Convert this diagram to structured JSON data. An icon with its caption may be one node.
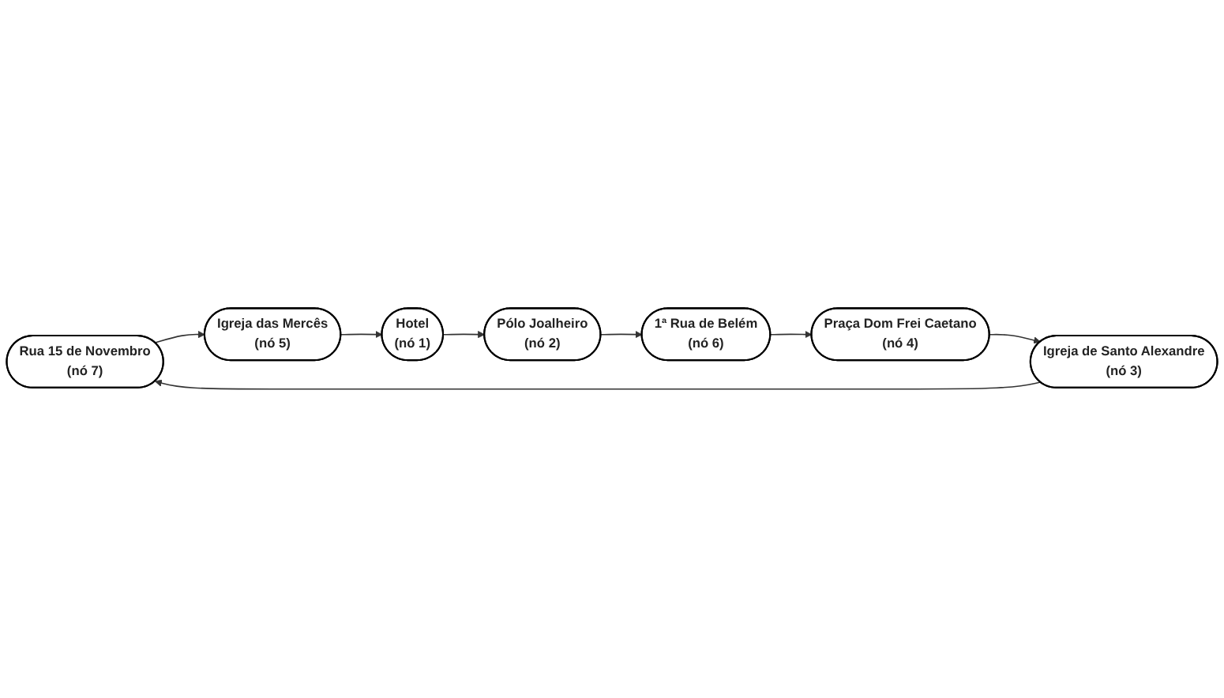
{
  "diagram": {
    "nodes": [
      {
        "text": [
          "Rua 15 de Novembro",
          "(nó 7)"
        ]
      },
      {
        "text": [
          "Igreja das Mercês",
          "(nó 5)"
        ]
      },
      {
        "text": [
          "Igreja de Santo Alexandre",
          "(nó 3)"
        ]
      },
      {
        "text": [
          "Hotel",
          "(nó 1)"
        ]
      },
      {
        "text": [
          "Praça Dom Frei Caetano",
          "(nó 4)"
        ]
      },
      {
        "text": [
          "1ª Rua de Belém",
          "(nó 6)"
        ]
      },
      {
        "text": [
          "Pólo Joalheiro",
          "(nó 2)"
        ]
      }
    ],
    "edges": [
      {
        "from": 3,
        "to": 6,
        "arrow": "to"
      },
      {
        "from": 6,
        "to": 5,
        "arrow": "to"
      },
      {
        "from": 5,
        "to": 4,
        "arrow": "to"
      },
      {
        "from": 4,
        "to": 2,
        "arrow": "to"
      },
      {
        "from": 2,
        "to": 0,
        "arrow": "to"
      },
      {
        "from": 0,
        "to": 1,
        "arrow": "to"
      },
      {
        "from": 1,
        "to": 3,
        "arrow": "to"
      }
    ]
  }
}
